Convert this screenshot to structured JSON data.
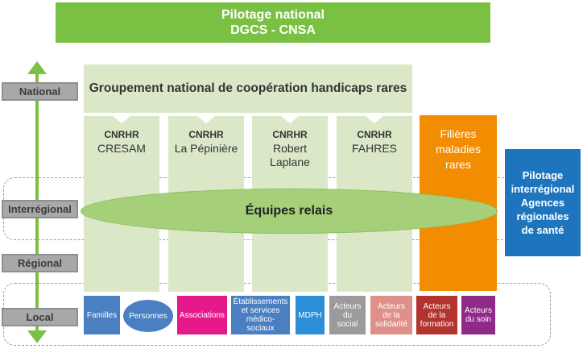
{
  "top": {
    "line1": "Pilotage national",
    "line2": "DGCS - CNSA"
  },
  "levels": {
    "national": "National",
    "interregional": "Interrégional",
    "regional": "Régional",
    "local": "Local"
  },
  "groupement": "Groupement national de coopération handicaps rares",
  "cnrhr": [
    {
      "prefix": "CNRHR",
      "name": "CRESAM"
    },
    {
      "prefix": "CNRHR",
      "name": "La Pépinière"
    },
    {
      "prefix": "CNRHR",
      "name": "Robert Laplane"
    },
    {
      "prefix": "CNRHR",
      "name": "FAHRES"
    }
  ],
  "filieres": "Filières maladies rares",
  "equipes": "Équipes relais",
  "pilotage_regional": {
    "line1": "Pilotage",
    "line2": "interrégional",
    "line3": "Agences",
    "line4": "régionales",
    "line5": "de santé"
  },
  "actors": [
    {
      "label": "Familles",
      "color": "#4a7fc1"
    },
    {
      "label": "Personnes",
      "color": "#4a7fc1"
    },
    {
      "label": "Associations",
      "color": "#e5198a"
    },
    {
      "label": "Établissements et services médico-sociaux",
      "color": "#4a7fc1"
    },
    {
      "label": "MDPH",
      "color": "#2a8fd6"
    },
    {
      "label": "Acteurs du social",
      "color": "#9b9b9b"
    },
    {
      "label": "Acteurs de la solidarité",
      "color": "#e0908a"
    },
    {
      "label": "Acteurs de la formation",
      "color": "#b3332e"
    },
    {
      "label": "Acteurs du soin",
      "color": "#8f2a88"
    }
  ],
  "colors": {
    "green": "#7ac143",
    "light_green": "#dbe8c8",
    "orange": "#f28c00",
    "blue": "#1f75bd",
    "ellipse": "#a5cf78"
  }
}
